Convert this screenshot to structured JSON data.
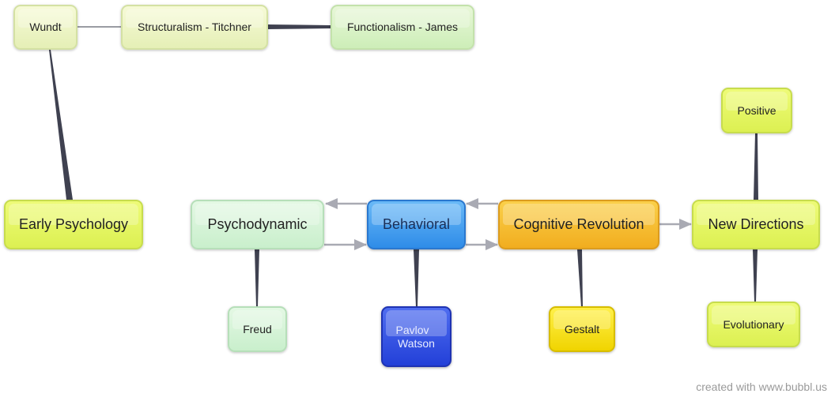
{
  "diagram": {
    "nodes": {
      "wundt": {
        "label": "Wundt",
        "color": "#eef5c9"
      },
      "structuralism": {
        "label": "Structuralism - Titchner",
        "color": "#eef5c9"
      },
      "functionalism": {
        "label": "Functionalism - James",
        "color": "#d6f2c6"
      },
      "early_psychology": {
        "label": "Early Psychology",
        "color": "#e4f565"
      },
      "psychodynamic": {
        "label": "Psychodynamic",
        "color": "#daf3d4"
      },
      "behavioral": {
        "label": "Behavioral",
        "color": "#3f9cf0"
      },
      "cognitive_revolution": {
        "label": "Cognitive Revolution",
        "color": "#f5bd33"
      },
      "new_directions": {
        "label": "New Directions",
        "color": "#e4f565"
      },
      "positive": {
        "label": "Positive",
        "color": "#e4f565"
      },
      "evolutionary": {
        "label": "Evolutionary",
        "color": "#e4f565"
      },
      "freud": {
        "label": "Freud",
        "color": "#d6f3d9"
      },
      "pavlov_watson": {
        "label": "Pavlov\nWatson",
        "line1": "Pavlov",
        "line2": "Watson",
        "color": "#3350e0"
      },
      "gestalt": {
        "label": "Gestalt",
        "color": "#f7e01c"
      }
    },
    "edges": [
      {
        "from": "Wundt",
        "to": "Structuralism - Titchner",
        "type": "line"
      },
      {
        "from": "Structuralism - Titchner",
        "to": "Functionalism - James",
        "type": "line"
      },
      {
        "from": "Wundt",
        "to": "Early Psychology",
        "type": "line"
      },
      {
        "from": "Behavioral",
        "to": "Psychodynamic",
        "type": "arrow"
      },
      {
        "from": "Psychodynamic",
        "to": "Behavioral",
        "type": "arrow"
      },
      {
        "from": "Cognitive Revolution",
        "to": "Behavioral",
        "type": "arrow"
      },
      {
        "from": "Behavioral",
        "to": "Cognitive Revolution",
        "type": "arrow"
      },
      {
        "from": "Cognitive Revolution",
        "to": "New Directions",
        "type": "arrow"
      },
      {
        "from": "New Directions",
        "to": "Positive",
        "type": "line"
      },
      {
        "from": "New Directions",
        "to": "Evolutionary",
        "type": "line"
      },
      {
        "from": "Psychodynamic",
        "to": "Freud",
        "type": "line"
      },
      {
        "from": "Behavioral",
        "to": "Pavlov Watson",
        "type": "line"
      },
      {
        "from": "Cognitive Revolution",
        "to": "Gestalt",
        "type": "line"
      }
    ],
    "colors": {
      "connector": "#3f4150",
      "arrow": "#a9aab3"
    }
  },
  "footer": {
    "credit": "created with www.bubbl.us"
  }
}
